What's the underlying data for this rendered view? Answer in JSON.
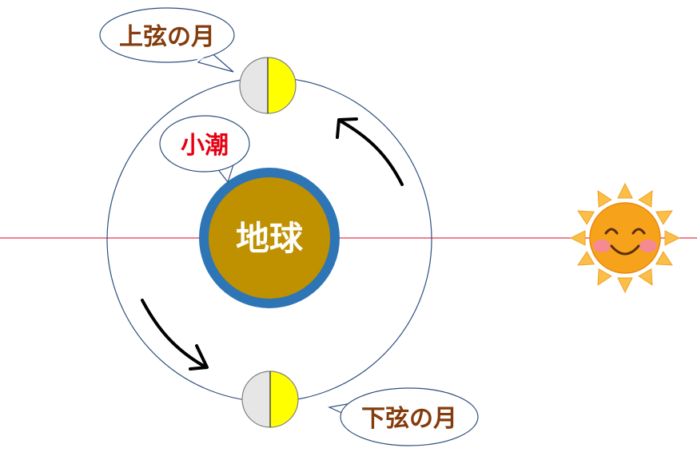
{
  "earth_label": "地球",
  "tide_label": "小潮",
  "first_quarter_label": "上弦の月",
  "last_quarter_label": "下弦の月",
  "colors": {
    "earth_fill": "#bf9000",
    "earth_ring": "#2e75b6",
    "orbit": "#2f4f7f",
    "sun_line": "#e8344f",
    "moon_lit": "#ffff00",
    "moon_dark": "#e6e6e6",
    "quarter_text": "#843c0c",
    "tide_text": "#e60012",
    "sun_body": "#f7a21b",
    "sun_rays": "#fbbf49",
    "cheeks": "#f58a93"
  },
  "icons": {
    "sun": "smiling-sun-icon",
    "moon": "half-moon-icon",
    "arrow": "orbit-direction-arrow"
  }
}
